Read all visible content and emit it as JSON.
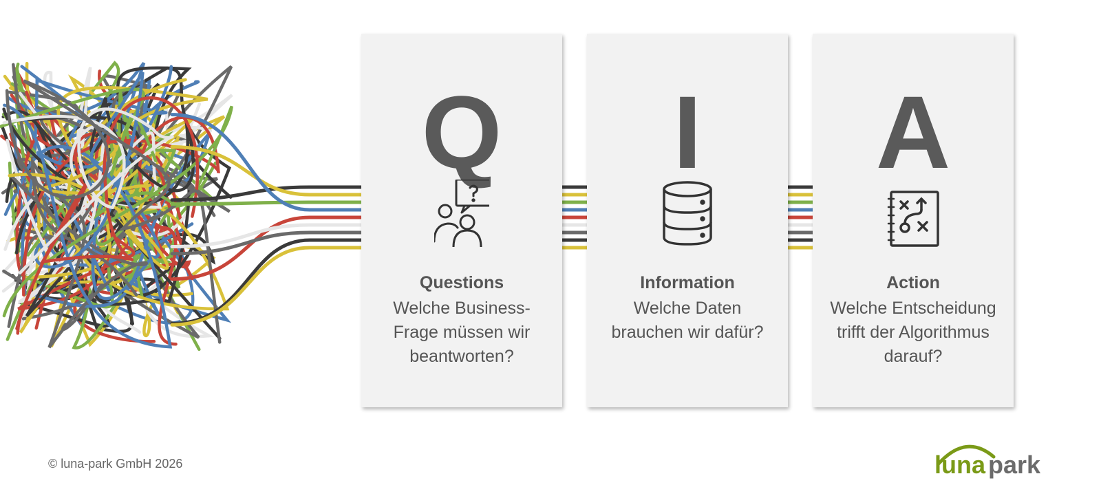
{
  "cards": [
    {
      "letter": "Q",
      "title": "Questions",
      "text": "Welche Business-Frage müssen wir beantworten?",
      "icon": "people-question-icon"
    },
    {
      "letter": "I",
      "title": "Information",
      "text": "Welche Daten brauchen wir dafür?",
      "icon": "database-icon"
    },
    {
      "letter": "A",
      "title": "Action",
      "text": "Welche Entscheidung trifft der Algorithmus darauf?",
      "icon": "strategy-board-icon"
    }
  ],
  "footer": {
    "copyright": "© luna-park GmbH 2026"
  },
  "logo": {
    "text_part1": "luna",
    "text_part2": "park",
    "color": "#7a9a17"
  },
  "cable_colors": [
    "#3a3a3a",
    "#d9c13a",
    "#7fb04a",
    "#4f7fb6",
    "#c8453a",
    "#e6e6e6",
    "#6a6a6a"
  ]
}
